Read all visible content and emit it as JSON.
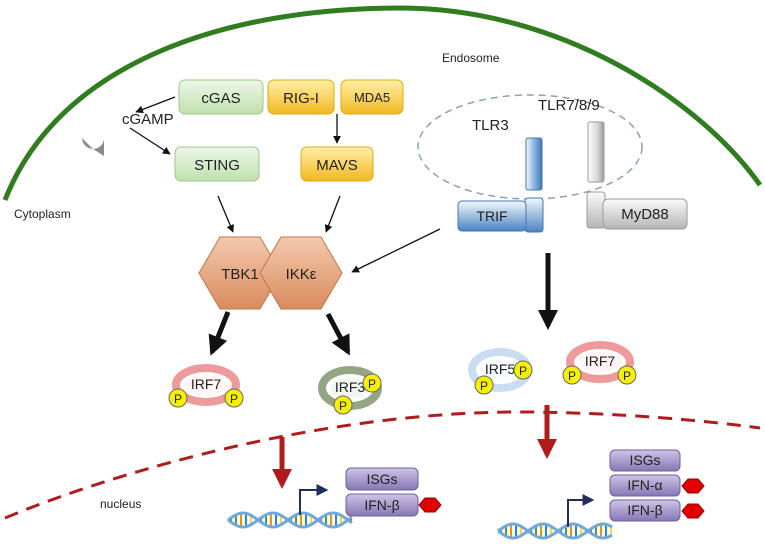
{
  "compartments": {
    "endosome": "Endosome",
    "cytoplasm": "Cytoplasm",
    "nucleus": "nucleus"
  },
  "sensors": {
    "cgas": "cGAS",
    "rigi": "RIG-I",
    "mda5": "MDA5",
    "cgamp": "cGAMP",
    "sting": "STING",
    "mavs": "MAVS",
    "tlr3": "TLR3",
    "tlr789": "TLR7/8/9",
    "trif": "TRIF",
    "myd88": "MyD88"
  },
  "kinases": {
    "tbk1": "TBK1",
    "ikke": "IKKε"
  },
  "factors": {
    "irf7_left": "IRF7",
    "irf3": "IRF3",
    "irf5": "IRF5",
    "irf7_right": "IRF7",
    "phospho": "P"
  },
  "genes": {
    "left": {
      "isgs": "ISGs",
      "ifnb": "IFN-β"
    },
    "right": {
      "isgs": "ISGs",
      "ifna": "IFN-α",
      "ifnb": "IFN-β"
    }
  },
  "colors": {
    "membrane": "#2f7d1e",
    "nucleus_border": "#b01c1c",
    "green_box": "#cfe8c2",
    "yellow_box": "#f7c93a",
    "hexagon": "#e0a07c",
    "irf7": "#ef9a9a",
    "irf3": "#9fb08e",
    "irf5": "#c9dcf2",
    "phospho": "#f5f000",
    "gene_box": "#9c8cc0",
    "tlr3": "#4a84c2",
    "tlr789": "#bdbdbd",
    "translocation_arrow": "#b01c1c"
  }
}
